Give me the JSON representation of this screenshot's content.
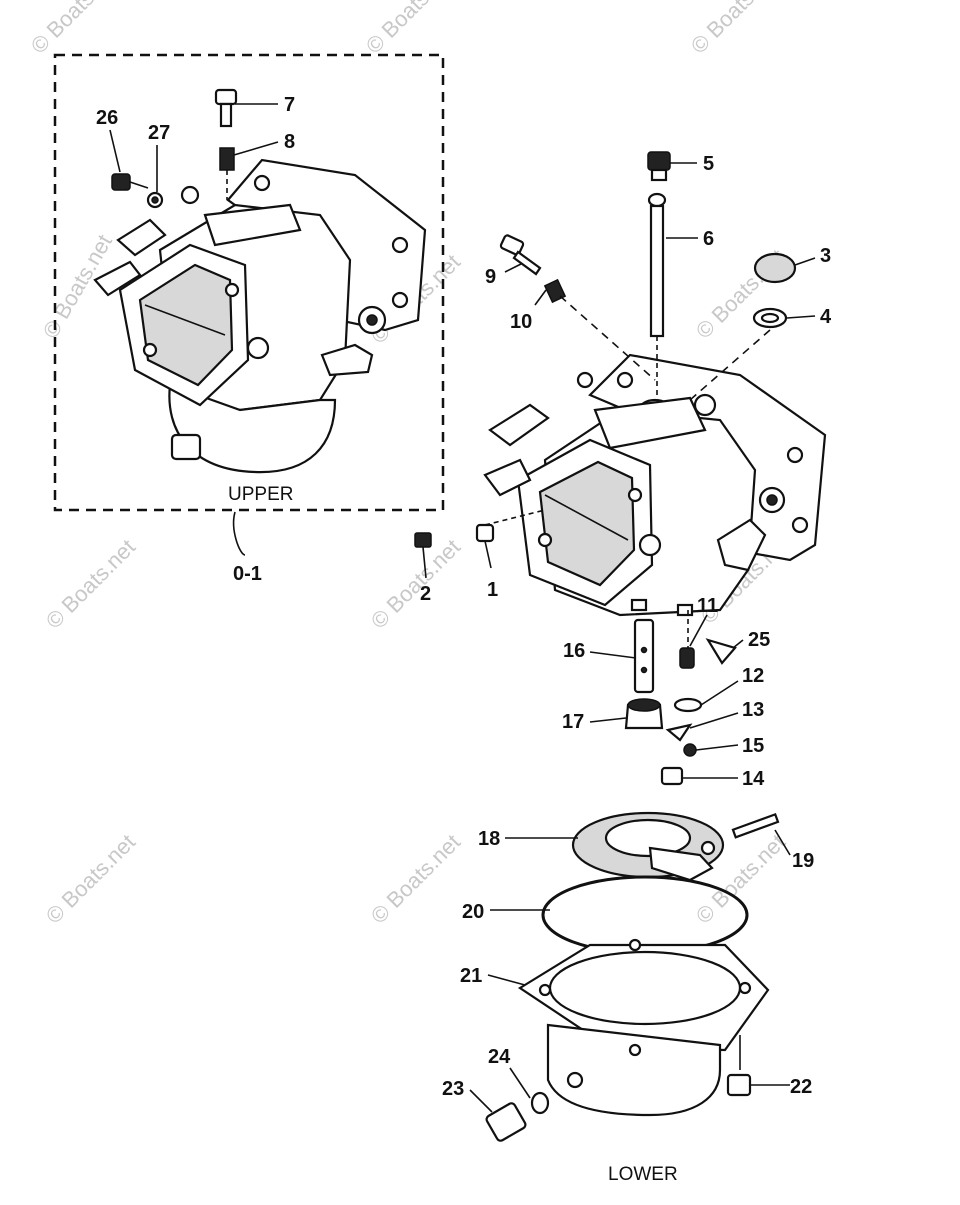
{
  "watermark": "© Boats.net",
  "captions": {
    "upper": "UPPER",
    "lower": "LOWER",
    "assembly": "0-1"
  },
  "callouts": [
    "1",
    "2",
    "3",
    "4",
    "5",
    "6",
    "7",
    "8",
    "9",
    "10",
    "11",
    "12",
    "13",
    "14",
    "15",
    "16",
    "17",
    "18",
    "19",
    "20",
    "21",
    "22",
    "23",
    "24",
    "25",
    "26",
    "27"
  ]
}
